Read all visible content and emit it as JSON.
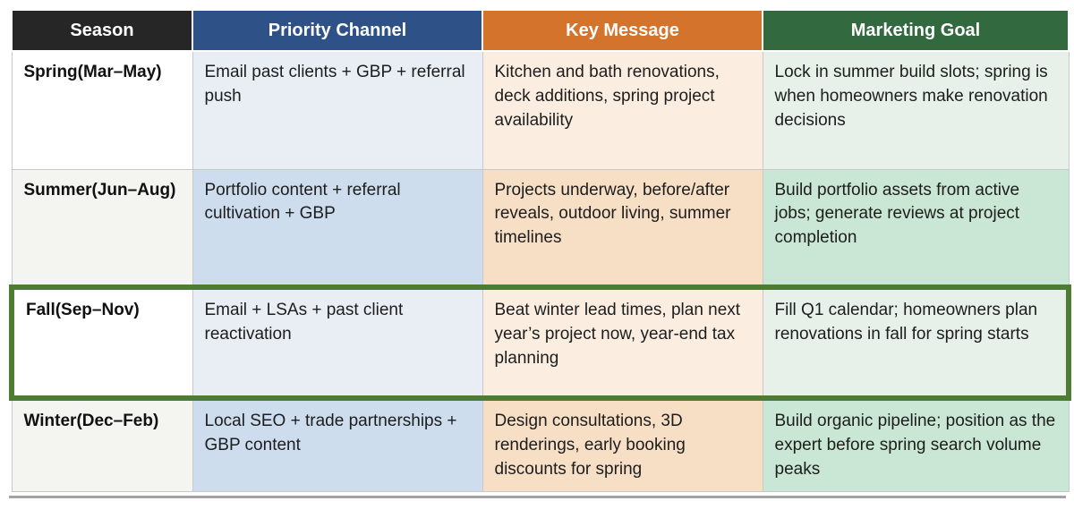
{
  "table": {
    "columns": [
      {
        "label": "Season",
        "bg": "#262626"
      },
      {
        "label": "Priority Channel",
        "bg": "#2e5287"
      },
      {
        "label": "Key Message",
        "bg": "#d4732c"
      },
      {
        "label": "Marketing Goal",
        "bg": "#32693f"
      }
    ],
    "rows": [
      {
        "season": "Spring(Mar–May)",
        "priority_channel": "Email past clients + GBP + referral push",
        "key_message": "Kitchen and bath renovations, deck additions, spring project availability",
        "marketing_goal": "Lock in summer build slots; spring is when homeowners make renovation decisions",
        "highlighted": false
      },
      {
        "season": "Summer(Jun–Aug)",
        "priority_channel": "Portfolio content + referral cultivation + GBP",
        "key_message": "Projects underway, before/after reveals, outdoor living, summer timelines",
        "marketing_goal": "Build portfolio assets from active jobs; generate reviews at project completion",
        "highlighted": false
      },
      {
        "season": "Fall(Sep–Nov)",
        "priority_channel": "Email + LSAs + past client reactivation",
        "key_message": "Beat winter lead times, plan next year’s project now, year-end tax planning",
        "marketing_goal": "Fill Q1 calendar; homeowners plan renovations in fall for spring starts",
        "highlighted": true
      },
      {
        "season": "Winter(Dec–Feb)",
        "priority_channel": "Local SEO + trade partnerships + GBP content",
        "key_message": "Design consultations, 3D renderings, early booking discounts for spring",
        "marketing_goal": "Build organic pipeline; position as the expert before spring search volume peaks",
        "highlighted": false
      }
    ],
    "colors": {
      "highlight_border": "#4d7c33",
      "cell_border": "#c9c9c9",
      "row_tints_light": {
        "season": "#ffffff",
        "priority": "#e9eef5",
        "key": "#fbeee1",
        "marketing": "#e7f1ea"
      },
      "row_tints_dark": {
        "season": "#f4f4f1",
        "priority": "#cdddee",
        "key": "#f7dfc6",
        "marketing": "#c9e7d4"
      }
    }
  }
}
